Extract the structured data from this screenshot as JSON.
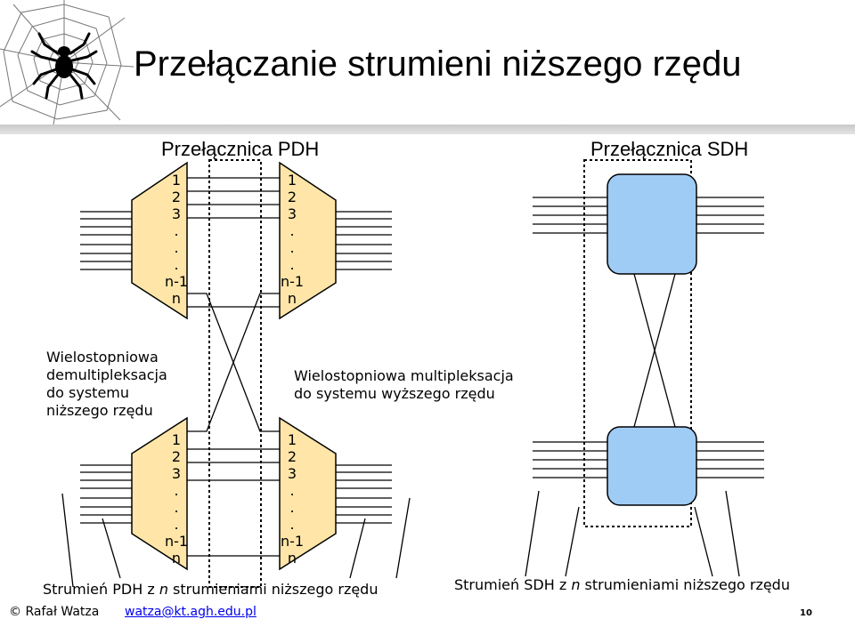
{
  "slide": {
    "title": "Przełączanie strumieni niższego rzędu",
    "pdh_label": "Przełącznica PDH",
    "sdh_label": "Przełącznica SDH",
    "demux_label_lines": [
      "Wielostopniowa",
      "demultipleksacja",
      "do systemu",
      "niższego rzędu"
    ],
    "mux_label_lines": [
      "Wielostopniowa multipleksacja",
      "do systemu wyższego rzędu"
    ],
    "port_labels": [
      "1",
      "2",
      "3",
      ".",
      ".",
      ".",
      "n-1",
      "n"
    ],
    "caption_pdh": {
      "prefix": "Strumień PDH z ",
      "italic": "n",
      "suffix": " strumieniami niższego rzędu"
    },
    "caption_sdh": {
      "prefix": "Strumień SDH z ",
      "italic": "n",
      "suffix": " strumieniami niższego rzędu"
    }
  },
  "footer": {
    "copyright_symbol": "©",
    "author": "Rafał Watza",
    "email": "watza@kt.agh.edu.pl",
    "page_number": "10"
  },
  "colors": {
    "mux_fill": "#ffe6a8",
    "sdh_box_fill": "#9fccf5",
    "line": "#000000"
  },
  "icons": [
    "spider-web-logo"
  ]
}
